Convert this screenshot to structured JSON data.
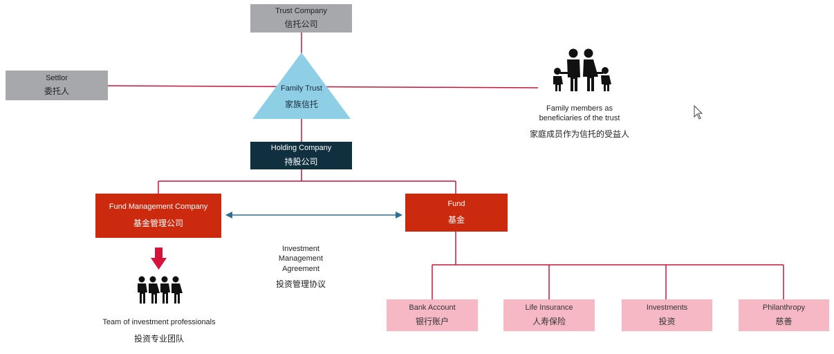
{
  "nodes": {
    "trust_company": {
      "en": "Trust Company",
      "zh": "信托公司"
    },
    "settlor": {
      "en": "Settlor",
      "zh": "委托人"
    },
    "family_trust": {
      "en": "Family Trust",
      "zh": "家族信托"
    },
    "family_members": {
      "en_line1": "Family members as",
      "en_line2": "beneficiaries of the trust",
      "zh": "家庭成员作为信托的受益人"
    },
    "holding_company": {
      "en": "Holding Company",
      "zh": "持股公司"
    },
    "fund_management_company": {
      "en": "Fund Management Company",
      "zh": "基金管理公司"
    },
    "fund": {
      "en": "Fund",
      "zh": "基金"
    },
    "agreement": {
      "en_line1": "Investment",
      "en_line2": "Management",
      "en_line3": "Agreement",
      "zh": "投资管理协议"
    },
    "team": {
      "en": "Team of investment professionals",
      "zh": "投资专业团队"
    },
    "bank_account": {
      "en": "Bank Account",
      "zh": "银行账户"
    },
    "life_insurance": {
      "en": "Life Insurance",
      "zh": "人寿保险"
    },
    "investments": {
      "en": "Investments",
      "zh": "投资"
    },
    "philanthropy": {
      "en": "Philanthropy",
      "zh": "慈善"
    }
  },
  "colors": {
    "grey_box": "#a7a8ac",
    "triangle": "#8ecfe6",
    "navy_box": "#10303f",
    "red_box": "#cc2a0f",
    "pink_box": "#f7b8c6",
    "connector": "#c4163b",
    "arrow": "#2d6f8e",
    "down_arrow": "#d4143a",
    "icon": "#111111"
  },
  "icons": [
    "family-icon",
    "team-icon",
    "down-arrow-icon",
    "double-arrow-icon",
    "mouse-pointer-icon"
  ]
}
